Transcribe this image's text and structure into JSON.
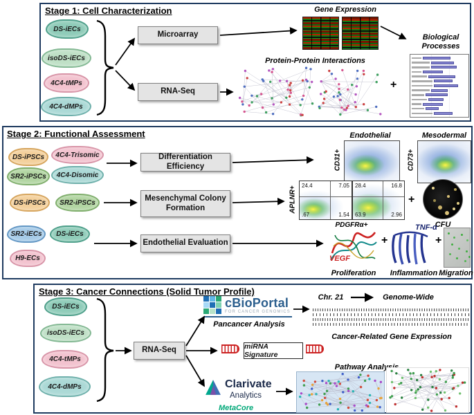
{
  "symbols": {
    "plus": "+"
  },
  "colors": {
    "stage_border": "#1e3a5f",
    "method_box_bg": "#e4e4e4",
    "bar_fill": "#8585cf",
    "vegf_label": "#cc2222",
    "tnf_label": "#17246e",
    "cbioportal_blue": "#2c5f8e",
    "metacore_green": "#00a878",
    "mirna_red": "#cc2222",
    "cells": {
      "DS-iECs": "#8fccb9",
      "isoDS-iECs": "#bfe0c6",
      "4C4-tMPs": "#f3c3cf",
      "4C4-dMPs": "#abd9d6",
      "DS-iPSCs": "#f4d09b",
      "SR2-iPSCs": "#b2d5a2",
      "4C4-Trisomic": "#f3c3cf",
      "4C4-Disomic": "#abd9d6",
      "SR2-iECs": "#a6cbe8",
      "H9-ECs": "#f3c3cf"
    }
  },
  "stage1": {
    "title": "Stage 1: Cell Characterization",
    "cells": [
      {
        "label": "DS-iECs"
      },
      {
        "label": "isoDS-iECs"
      },
      {
        "label": "4C4-tMPs"
      },
      {
        "label": "4C4-dMPs"
      }
    ],
    "methods": [
      {
        "label": "Microarray"
      },
      {
        "label": "RNA-Seq"
      }
    ],
    "outputs": {
      "gene_expression": "Gene Expression",
      "ppi": "Protein-Protein Interactions",
      "biological_processes": "Biological Processes"
    },
    "bio_bars": [
      95,
      78,
      88,
      70,
      92,
      64,
      84,
      58,
      76,
      52,
      70,
      46,
      64
    ]
  },
  "stage2": {
    "title": "Stage 2: Functional Assessment",
    "rows": [
      {
        "cells": [
          {
            "label": "DS-iPSCs"
          },
          {
            "label": "4C4-Trisomic"
          },
          {
            "label": "SR2-iPSCs"
          },
          {
            "label": "4C4-Disomic"
          }
        ],
        "method": "Differentiation Efficiency",
        "plots": [
          {
            "title": "Endothelial",
            "yaxis": "CD31+"
          },
          {
            "title": "Mesodermal",
            "yaxis": "CD73+"
          }
        ]
      },
      {
        "cells": [
          {
            "label": "DS-iPSCs"
          },
          {
            "label": "SR2-iPSCs"
          }
        ],
        "method": "Mesenchymal Colony Formation",
        "yaxis": "APLNR+",
        "xaxis": "PDGFRα+",
        "quad_left": [
          "24.4",
          "7.05",
          ".67",
          "1.54"
        ],
        "quad_right": [
          "28.4",
          "16.8",
          "63.9",
          "2.96"
        ],
        "cfu_label": "CFU"
      },
      {
        "cells": [
          {
            "label": "SR2-iECs"
          },
          {
            "label": "DS-iECs"
          },
          {
            "label": "H9-ECs"
          }
        ],
        "method": "Endothelial Evaluation",
        "vegf_label": "VEGF",
        "tnf_label": "TNF-α",
        "captions": [
          "Proliferation",
          "Inflammation",
          "Migration"
        ]
      }
    ]
  },
  "stage3": {
    "title": "Stage 3: Cancer Connections (Solid Tumor Profile)",
    "cells": [
      {
        "label": "DS-iECs"
      },
      {
        "label": "isoDS-iECs"
      },
      {
        "label": "4C4-tMPs"
      },
      {
        "label": "4C4-dMPs"
      }
    ],
    "method": "RNA-Seq",
    "cbioportal": {
      "name": "cBioPortal",
      "tagline": "FOR CANCER GENOMICS",
      "analysis": "Pancancer Analysis"
    },
    "chr21_label": "Chr. 21",
    "genome_wide_label": "Genome-Wide",
    "cancer_expression_label": "Cancer-Related Gene Expression",
    "mirna_label": "miRNA Signature",
    "clarivate": {
      "name": "Clarivate",
      "division": "Analytics",
      "product": "MetaCore"
    },
    "pathway_label": "Pathway Analysis"
  }
}
